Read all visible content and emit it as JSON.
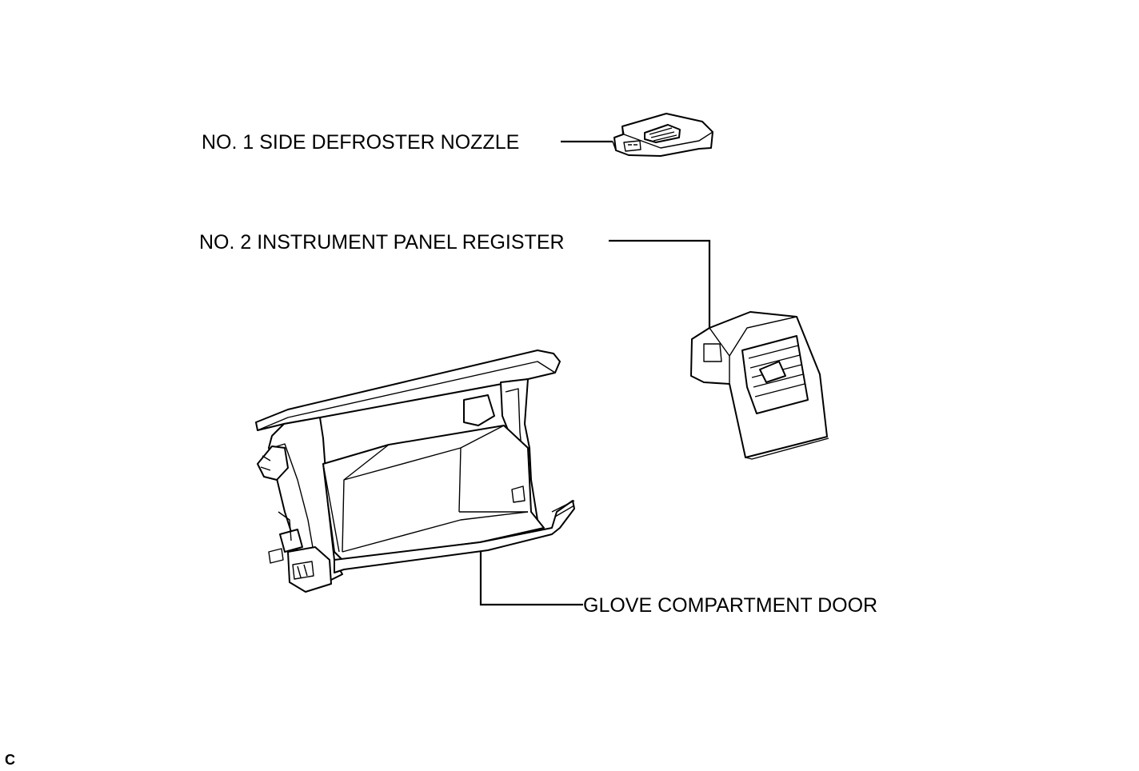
{
  "labels": {
    "nozzle": "NO. 1 SIDE DEFROSTER NOZZLE",
    "register": "NO. 2 INSTRUMENT PANEL REGISTER",
    "glove_door": "GLOVE COMPARTMENT DOOR",
    "figure_code": "C"
  }
}
